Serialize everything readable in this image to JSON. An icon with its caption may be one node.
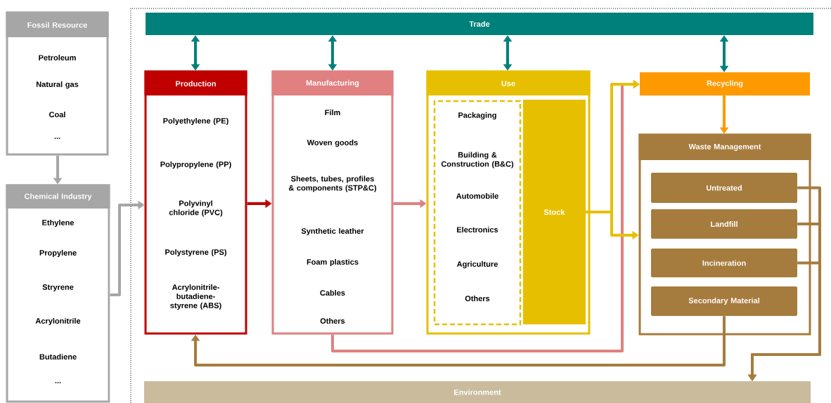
{
  "diagram": {
    "nodes": [
      {
        "text": [
          "Fossil Resource",
          "Petroleum",
          "Natural gas",
          "Coal",
          "..."
        ]
      },
      {
        "text": [
          "Chemical Industry",
          "Ethylene",
          "Propylene",
          "Stryrene",
          "Acrylonitrile",
          "Butadiene",
          "..."
        ]
      },
      {
        "text": [
          "Trade"
        ]
      },
      {
        "text": [
          "Production",
          "Polyethylene (PE)",
          "Polypropylene (PP)",
          "Polyvinyl chloride (PVC)",
          "Polystyrene (PS)",
          "Acrylonitrile-butadiene-styrene (ABS)"
        ]
      },
      {
        "text": [
          "Manufacturing",
          "Film",
          "Woven goods",
          "Sheets, tubes, profiles & components (STP&C)",
          "Synthetic leather",
          "Foam plastics",
          "Cables",
          "Others"
        ]
      },
      {
        "text": [
          "Use"
        ]
      },
      {
        "text": [
          "Packaging",
          "Building & Construction (B&C)",
          "Automobile",
          "Electronics",
          "Agriculture",
          "Others"
        ],
        "in": 5
      },
      {
        "text": [
          "Stock"
        ],
        "in": 5
      },
      {
        "text": [
          "Recycling"
        ]
      },
      {
        "text": [
          "Waste Management"
        ]
      },
      {
        "text": [
          "Untreated"
        ],
        "in": 9
      },
      {
        "text": [
          "Landfill"
        ],
        "in": 9
      },
      {
        "text": [
          "Incineration"
        ],
        "in": 9
      },
      {
        "text": [
          "Secondary Material"
        ],
        "in": 9
      },
      {
        "text": [
          "Environment"
        ]
      }
    ],
    "edges": [
      {
        "from": 0,
        "to": 1,
        "arrow": "to",
        "color": "#a6a6a6"
      },
      {
        "from": 1,
        "to": 3,
        "arrow": "to",
        "color": "#a6a6a6"
      },
      {
        "from": 2,
        "to": 3,
        "arrow": "both",
        "color": "#00807a"
      },
      {
        "from": 2,
        "to": 4,
        "arrow": "both",
        "color": "#00807a"
      },
      {
        "from": 2,
        "to": 5,
        "arrow": "both",
        "color": "#00807a"
      },
      {
        "from": 2,
        "to": 8,
        "arrow": "both",
        "color": "#00807a"
      },
      {
        "from": 3,
        "to": 4,
        "arrow": "to",
        "color": "#c00000"
      },
      {
        "from": 4,
        "to": 5,
        "arrow": "to",
        "color": "#e08080"
      },
      {
        "from": 4,
        "to": 8,
        "arrow": "to",
        "color": "#e08080"
      },
      {
        "from": 7,
        "to": 8,
        "arrow": "to",
        "color": "#e6c000"
      },
      {
        "from": 7,
        "to": 9,
        "arrow": "to",
        "color": "#e6c000"
      },
      {
        "from": 8,
        "to": 9,
        "arrow": "to",
        "color": "#ff9900"
      },
      {
        "from": 13,
        "to": 3,
        "arrow": "to",
        "color": "#a67c3e"
      },
      {
        "from": 10,
        "to": 14,
        "arrow": "to",
        "color": "#a67c3e"
      },
      {
        "from": 11,
        "to": 14,
        "arrow": "to",
        "color": "#a67c3e"
      },
      {
        "from": 12,
        "to": 14,
        "arrow": "to",
        "color": "#a67c3e"
      }
    ]
  }
}
